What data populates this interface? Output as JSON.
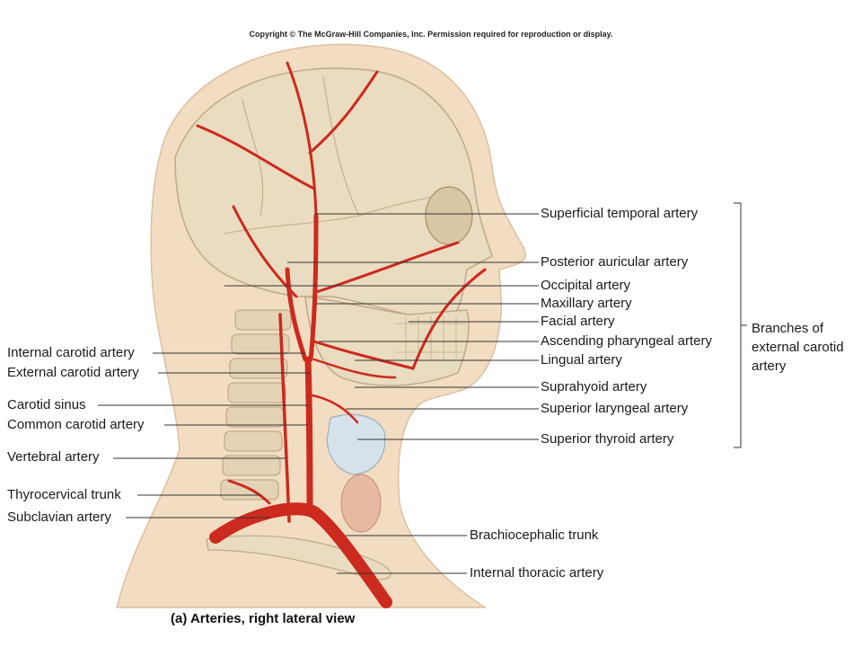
{
  "copyright": "Copyright © The McGraw-Hill Companies, Inc. Permission required for reproduction or display.",
  "caption": "(a) Arteries, right lateral view",
  "bracket_label": [
    "Branches of",
    "external carotid",
    "artery"
  ],
  "labels_left": {
    "internal_carotid": "Internal carotid artery",
    "external_carotid": "External carotid artery",
    "carotid_sinus": "Carotid sinus",
    "common_carotid": "Common carotid artery",
    "vertebral": "Vertebral artery",
    "thyrocervical": "Thyrocervical trunk",
    "subclavian": "Subclavian artery"
  },
  "labels_right": {
    "superficial_temporal": "Superficial temporal artery",
    "posterior_auricular": "Posterior auricular artery",
    "occipital": "Occipital artery",
    "maxillary": "Maxillary artery",
    "facial": "Facial artery",
    "ascending_pharyngeal": "Ascending pharyngeal artery",
    "lingual": "Lingual artery",
    "suprahyoid": "Suprahyoid artery",
    "superior_laryngeal": "Superior laryngeal artery",
    "superior_thyroid": "Superior thyroid artery"
  },
  "labels_bottom": {
    "brachiocephalic": "Brachiocephalic trunk",
    "internal_thoracic": "Internal thoracic artery"
  },
  "colors": {
    "skin": "#f2dcc2",
    "bone": "#e9dcc0",
    "artery": "#cc2a1e",
    "thyroid": "#d6e2ea",
    "leader": "#333333"
  }
}
